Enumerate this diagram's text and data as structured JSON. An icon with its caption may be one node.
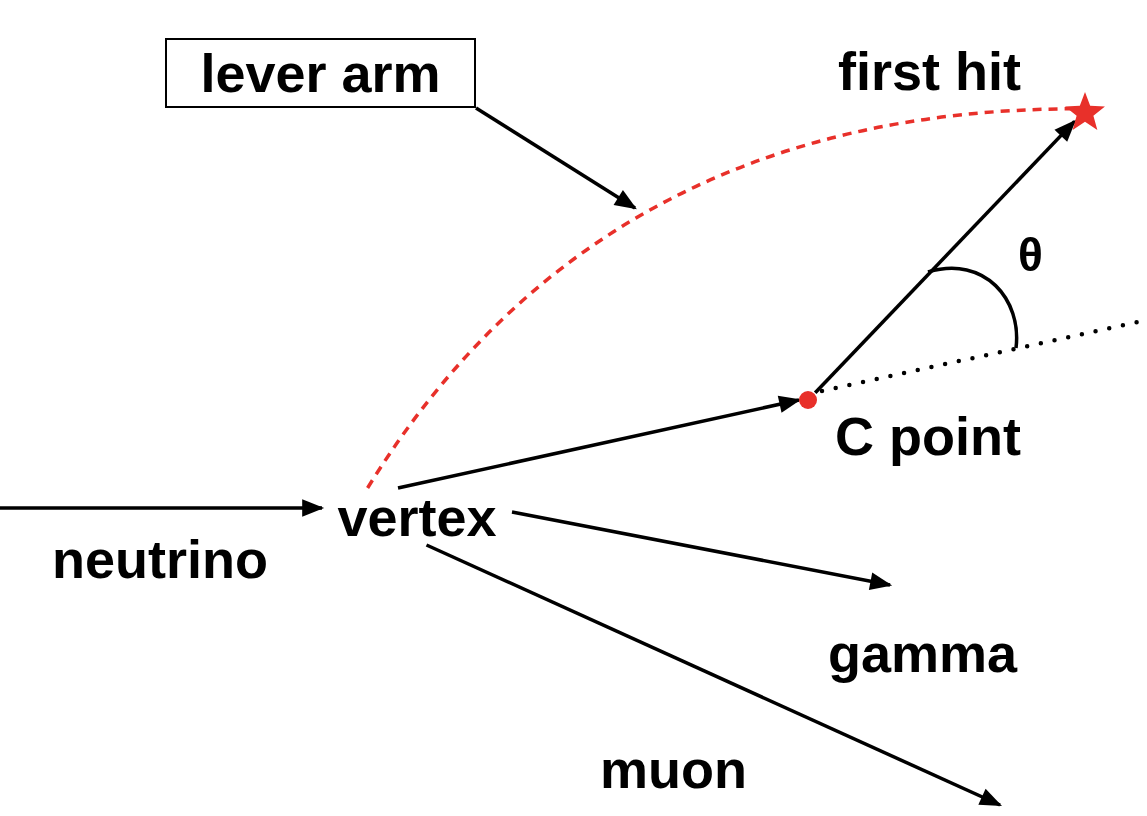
{
  "diagram": {
    "nodes": [
      {
        "text": [
          "lever arm"
        ]
      },
      {
        "text": [],
        "shape": "star",
        "beside": [
          "first hit"
        ]
      },
      {
        "text": [],
        "shape": "circle",
        "beside": [
          "C point"
        ]
      },
      {
        "text": [
          "vertex"
        ]
      }
    ],
    "edges": [
      {
        "from": null,
        "to": 3,
        "arrow": "to",
        "label": "neutrino"
      },
      {
        "from": 3,
        "to": 2,
        "arrow": "to"
      },
      {
        "from": 2,
        "to": 1,
        "arrow": "to"
      },
      {
        "from": 3,
        "to": null,
        "arrow": "to",
        "label": "gamma"
      },
      {
        "from": 3,
        "to": null,
        "arrow": "to",
        "label": "muon"
      },
      {
        "from": 3,
        "to": 1,
        "arrow": "none",
        "style": "dashed",
        "color": "#e8302a"
      },
      {
        "from": 0,
        "to": null,
        "arrow": "to"
      }
    ],
    "labels": [
      "θ"
    ]
  }
}
